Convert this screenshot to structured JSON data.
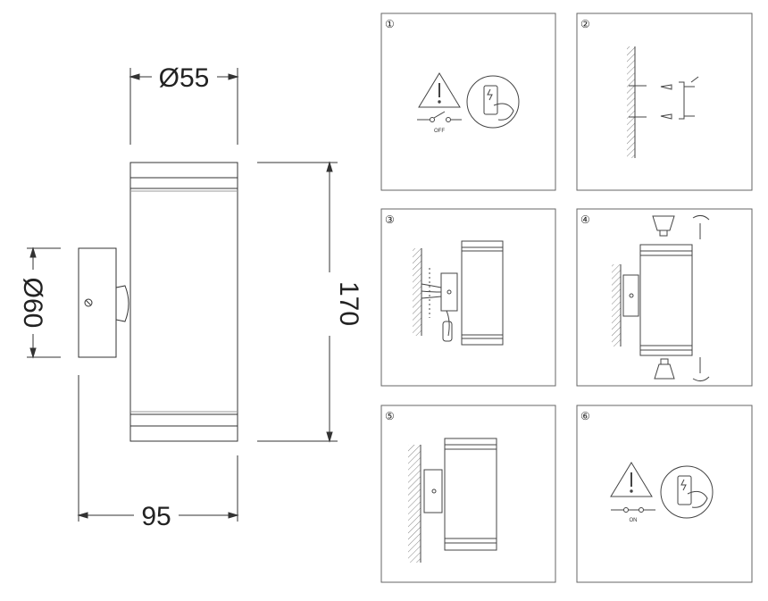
{
  "dimensions": {
    "width_top": "Ø55",
    "base_diameter": "Ø60",
    "height": "170",
    "depth": "95"
  },
  "steps": [
    {
      "number": "①",
      "switch_label": "OFF"
    },
    {
      "number": "②"
    },
    {
      "number": "③"
    },
    {
      "number": "④"
    },
    {
      "number": "⑤"
    },
    {
      "number": "⑥",
      "switch_label": "ON"
    }
  ]
}
